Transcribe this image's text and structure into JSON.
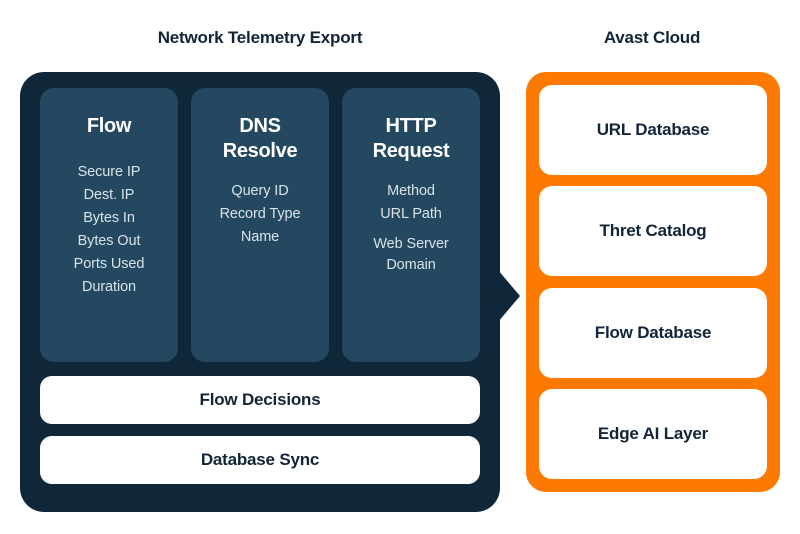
{
  "diagram": {
    "left_column": {
      "heading": "Network Telemetry Export",
      "cards": [
        {
          "title": "Flow",
          "title_lines": [
            "Flow"
          ],
          "fields": [
            "Secure IP",
            "Dest. IP",
            "Bytes In",
            "Bytes Out",
            "Ports Used",
            "Duration"
          ]
        },
        {
          "title": "DNS Resolve",
          "title_lines": [
            "DNS",
            "Resolve"
          ],
          "fields": [
            "Query ID",
            "Record Type",
            "Name"
          ]
        },
        {
          "title": "HTTP Request",
          "title_lines": [
            "HTTP",
            "Request"
          ],
          "fields": [
            "Method",
            "URL Path",
            "Web Server Domain"
          ]
        }
      ],
      "pills": [
        "Flow Decisions",
        "Database Sync"
      ]
    },
    "right_column": {
      "heading": "Avast Cloud",
      "cards": [
        "URL Database",
        "Thret Catalog",
        "Flow Database",
        "Edge AI Layer"
      ]
    },
    "connector": {
      "name": "arrow-right-icon",
      "direction": "left-to-right"
    }
  },
  "colors": {
    "panel_dark": "#10273A",
    "card_blue": "#23485F",
    "panel_orange": "#FC7A02",
    "card_white": "#FFFFFF",
    "text_dark": "#122538",
    "text_light": "#D9E2E8"
  }
}
